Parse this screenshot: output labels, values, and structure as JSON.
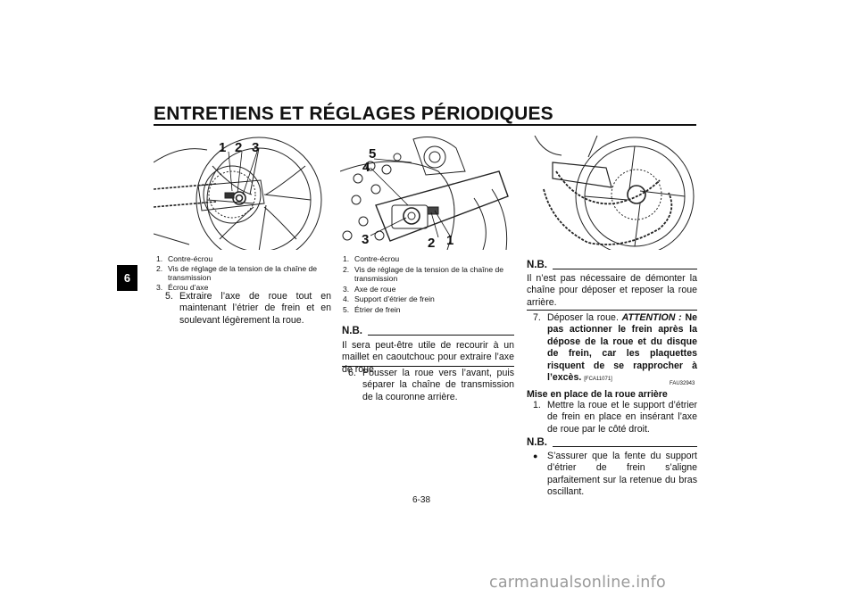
{
  "header": {
    "title": "ENTRETIENS ET RÉGLAGES PÉRIODIQUES",
    "chapter_tab": "6"
  },
  "figure1": {
    "callouts": [
      "1",
      "2",
      "3"
    ],
    "captions": [
      {
        "num": "1.",
        "text": "Contre-écrou"
      },
      {
        "num": "2.",
        "text": "Vis de réglage de la tension de la chaîne de transmission"
      },
      {
        "num": "3.",
        "text": "Écrou d’axe"
      }
    ]
  },
  "col1": {
    "step5_num": "5.",
    "step5_text": "Extraire l’axe de roue tout en maintenant l’étrier de frein et en soulevant légèrement la roue."
  },
  "figure2": {
    "callouts": [
      "1",
      "2",
      "3",
      "4",
      "5"
    ],
    "captions": [
      {
        "num": "1.",
        "text": "Contre-écrou"
      },
      {
        "num": "2.",
        "text": "Vis de réglage de la tension de la chaîne de transmission"
      },
      {
        "num": "3.",
        "text": "Axe de roue"
      },
      {
        "num": "4.",
        "text": "Support d’étrier de frein"
      },
      {
        "num": "5.",
        "text": "Étrier de frein"
      }
    ]
  },
  "col2": {
    "nb_label": "N.B.",
    "nb_text": "Il sera peut-être utile de recourir à un maillet en caoutchouc pour extraire l’axe de roue.",
    "step6_num": "6.",
    "step6_text": "Pousser la roue vers l’avant, puis séparer la chaîne de transmission de la couronne arrière."
  },
  "col3": {
    "nb1_label": "N.B.",
    "nb1_text": "Il n’est pas nécessaire de démonter la chaîne pour déposer et reposer la roue arrière.",
    "step7_num": "7.",
    "step7_text": "Déposer la roue.",
    "attention_label": "ATTENTION :",
    "attention_text": "Ne pas actionner le frein après la dépose de la roue et du disque de frein, car les plaquettes risquent de se rapprocher à l’excès.",
    "attention_code": "[FCA11071]",
    "fau_code": "FAU32943",
    "section_heading": "Mise en place de la roue arrière",
    "step1_num": "1.",
    "step1_text": "Mettre la roue et le support d’étrier de frein en place en insérant l’axe de roue par le côté droit.",
    "nb2_label": "N.B.",
    "bullet_symbol": "●",
    "bullet_text": "S’assurer que la fente du support d’étrier de frein s’aligne parfaitement sur la retenue du bras oscillant."
  },
  "footer": {
    "page_number": "6-38",
    "watermark": "carmanualsonline.info"
  }
}
